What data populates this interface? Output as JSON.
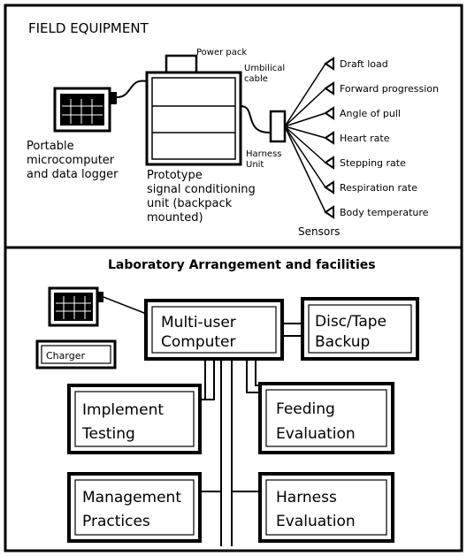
{
  "field": {
    "title": "FIELD EQUIPMENT",
    "power_pack": "Power pack",
    "umbilical": [
      "Umbilical",
      "cable"
    ],
    "laptop_label": [
      "Portable",
      "microcomputer",
      "and data logger"
    ],
    "prototype_label": [
      "Prototype",
      "signal conditioning",
      "unit (backpack",
      "mounted)"
    ],
    "harness_unit": [
      "Harness",
      "Unit"
    ],
    "sensors_title": "Sensors",
    "sensors": [
      "Draft load",
      "Forward progression",
      "Angle of pull",
      "Heart rate",
      "Stepping rate",
      "Respiration rate",
      "Body temperature"
    ]
  },
  "lab": {
    "title": "Laboratory Arrangement and facilities",
    "charger": "Charger",
    "computer": [
      "Multi-user",
      "Computer"
    ],
    "backup": [
      "Disc/Tape",
      "Backup"
    ],
    "implement": [
      "Implement",
      "Testing"
    ],
    "feeding": [
      "Feeding",
      "Evaluation"
    ],
    "management": [
      "Management",
      "Practices"
    ],
    "harness_eval": [
      "Harness",
      "Evaluation"
    ]
  }
}
